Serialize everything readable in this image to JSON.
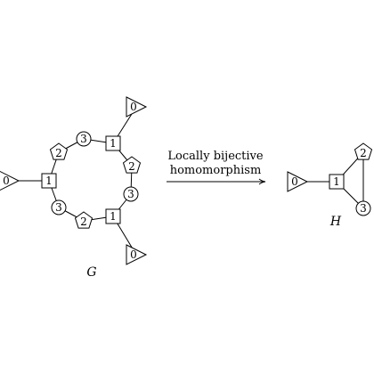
{
  "diagram": {
    "graph_g": {
      "name": "G",
      "nodes": [
        {
          "id": "g_tri_top",
          "shape": "triangle",
          "label": "0"
        },
        {
          "id": "g_sq_top",
          "shape": "square",
          "label": "1"
        },
        {
          "id": "g_pent_right",
          "shape": "pentagon",
          "label": "2"
        },
        {
          "id": "g_circ_right",
          "shape": "circle",
          "label": "3"
        },
        {
          "id": "g_sq_bottom",
          "shape": "square",
          "label": "1"
        },
        {
          "id": "g_tri_bottom",
          "shape": "triangle",
          "label": "0"
        },
        {
          "id": "g_pent_bottom",
          "shape": "pentagon",
          "label": "2"
        },
        {
          "id": "g_circ_lower_left",
          "shape": "circle",
          "label": "3"
        },
        {
          "id": "g_sq_left",
          "shape": "square",
          "label": "1"
        },
        {
          "id": "g_tri_left",
          "shape": "triangle",
          "label": "0"
        },
        {
          "id": "g_pent_upper_left",
          "shape": "pentagon",
          "label": "2"
        },
        {
          "id": "g_circ_top",
          "shape": "circle",
          "label": "3"
        }
      ],
      "edges": [
        [
          "g_tri_top",
          "g_sq_top"
        ],
        [
          "g_sq_top",
          "g_pent_right"
        ],
        [
          "g_pent_right",
          "g_circ_right"
        ],
        [
          "g_circ_right",
          "g_sq_bottom"
        ],
        [
          "g_sq_bottom",
          "g_tri_bottom"
        ],
        [
          "g_sq_bottom",
          "g_pent_bottom"
        ],
        [
          "g_pent_bottom",
          "g_circ_lower_left"
        ],
        [
          "g_circ_lower_left",
          "g_sq_left"
        ],
        [
          "g_sq_left",
          "g_tri_left"
        ],
        [
          "g_sq_left",
          "g_pent_upper_left"
        ],
        [
          "g_pent_upper_left",
          "g_circ_top"
        ],
        [
          "g_circ_top",
          "g_sq_top"
        ]
      ]
    },
    "graph_h": {
      "name": "H",
      "nodes": [
        {
          "id": "h_tri",
          "shape": "triangle",
          "label": "0"
        },
        {
          "id": "h_sq",
          "shape": "square",
          "label": "1"
        },
        {
          "id": "h_pent",
          "shape": "pentagon",
          "label": "2"
        },
        {
          "id": "h_circ",
          "shape": "circle",
          "label": "3"
        }
      ],
      "edges": [
        [
          "h_tri",
          "h_sq"
        ],
        [
          "h_sq",
          "h_pent"
        ],
        [
          "h_pent",
          "h_circ"
        ],
        [
          "h_circ",
          "h_sq"
        ]
      ]
    },
    "arrow": {
      "line1": "Locally bijective",
      "line2": "homomorphism"
    }
  }
}
